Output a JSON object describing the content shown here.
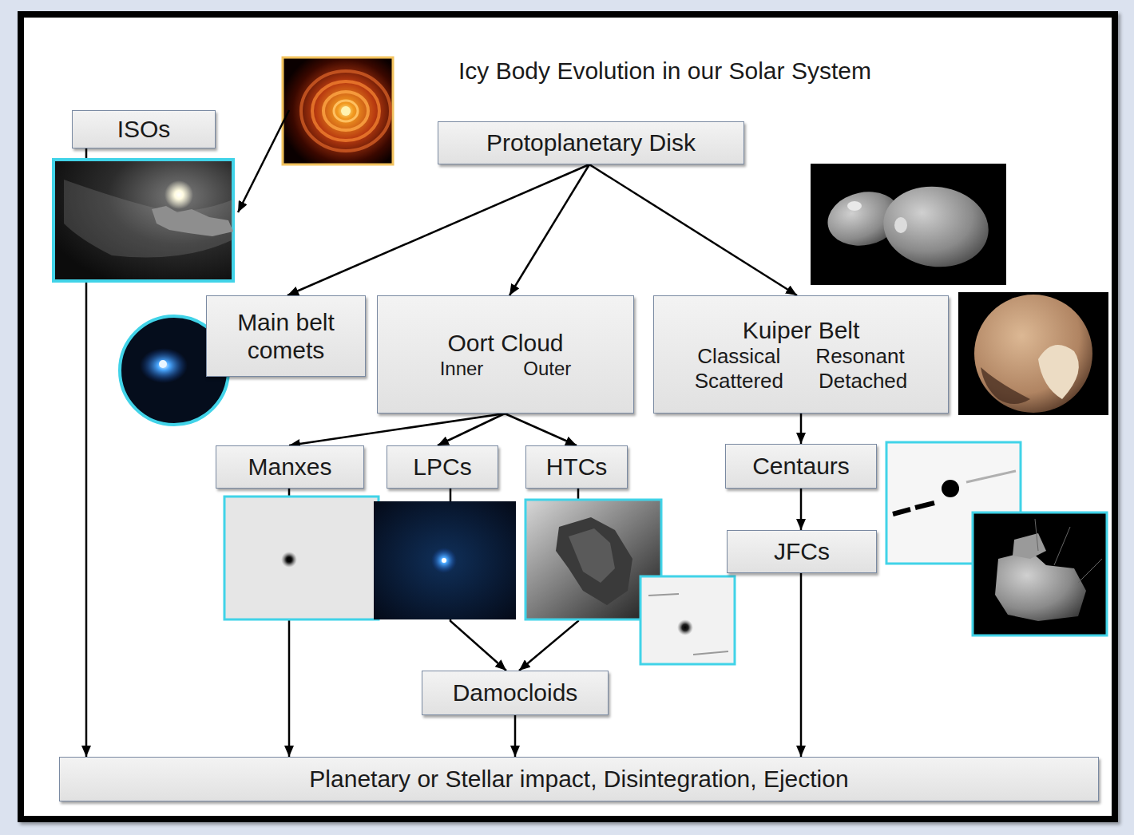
{
  "diagram": {
    "title": "Icy Body Evolution in our Solar System",
    "nodes": [
      {
        "text": [
          "ISOs"
        ]
      },
      {
        "text": [
          "Protoplanetary Disk"
        ]
      },
      {
        "text": [
          "Main belt comets"
        ]
      },
      {
        "text": [
          "Oort Cloud",
          "Inner",
          "Outer"
        ]
      },
      {
        "text": [
          "Kuiper Belt",
          "Classical",
          "Resonant",
          "Scattered",
          "Detached"
        ]
      },
      {
        "text": [
          "Manxes"
        ]
      },
      {
        "text": [
          "LPCs"
        ]
      },
      {
        "text": [
          "HTCs"
        ]
      },
      {
        "text": [
          "Centaurs"
        ]
      },
      {
        "text": [
          "JFCs"
        ]
      },
      {
        "text": [
          "Damocloids"
        ]
      },
      {
        "text": [
          "Planetary or Stellar impact, Disintegration, Ejection"
        ]
      }
    ],
    "edges": [
      {
        "from": 1,
        "to": 2,
        "arrow": "to"
      },
      {
        "from": 1,
        "to": 3,
        "arrow": "to"
      },
      {
        "from": 1,
        "to": 4,
        "arrow": "to"
      },
      {
        "from": 3,
        "to": 5,
        "arrow": "to"
      },
      {
        "from": 3,
        "to": 6,
        "arrow": "to"
      },
      {
        "from": 3,
        "to": 7,
        "arrow": "to"
      },
      {
        "from": 4,
        "to": 8,
        "arrow": "to"
      },
      {
        "from": 8,
        "to": 9,
        "arrow": "to"
      },
      {
        "from": 6,
        "to": 10,
        "arrow": "to"
      },
      {
        "from": 7,
        "to": 10,
        "arrow": "to"
      },
      {
        "from": 0,
        "to": 11,
        "arrow": "to"
      },
      {
        "from": 5,
        "to": 11,
        "arrow": "to"
      },
      {
        "from": 10,
        "to": 11,
        "arrow": "to"
      },
      {
        "from": 9,
        "to": 11,
        "arrow": "to"
      }
    ]
  }
}
